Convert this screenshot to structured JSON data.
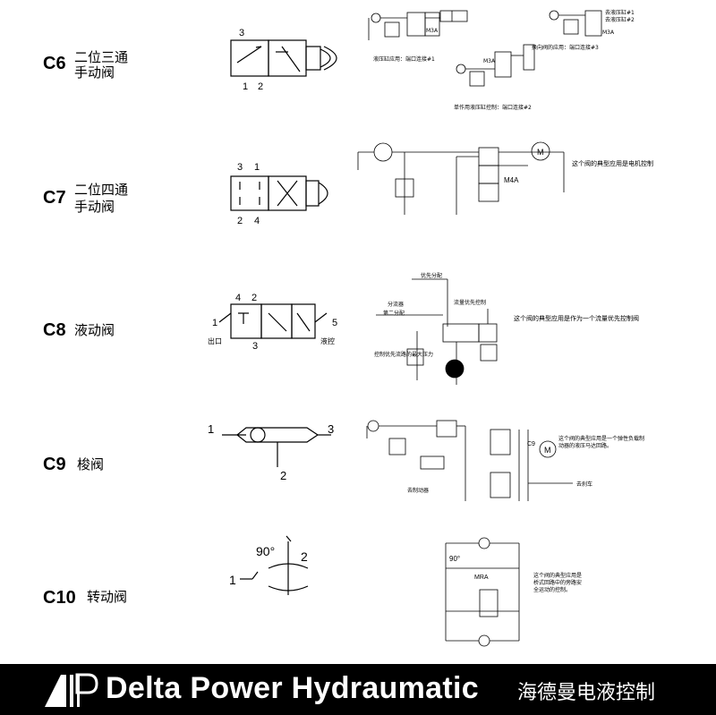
{
  "rows": {
    "c6": {
      "code": "C6",
      "name_line1": "二位三通",
      "name_line2": "手动阀",
      "port_top": "3",
      "port_b1": "1",
      "port_b2": "2",
      "note1": "液压缸应用：端口连接#1",
      "note2": "换向阀的应用：端口连接#3",
      "note3": "单作用液压缸控制：端口连接#2",
      "tag1": "M3A",
      "tag2": "M3A",
      "tag3": "M3A",
      "side1": "去液压缸#1",
      "side2": "去液压缸#2"
    },
    "c7": {
      "code": "C7",
      "name_line1": "二位四通",
      "name_line2": "手动阀",
      "port_t1": "3",
      "port_t2": "1",
      "port_b1": "2",
      "port_b2": "4",
      "tag": "M4A",
      "motor": "M",
      "note": "这个阀的典型应用是电机控制"
    },
    "c8": {
      "code": "C8",
      "name": "液动阀",
      "port_t1": "4",
      "port_t2": "2",
      "port_l": "1",
      "port_r": "5",
      "port_b": "3",
      "label_out": "出口",
      "label_ctrl": "液控",
      "note": "这个阀的典型应用是作为一个流量优先控制阀",
      "t1": "优先分配",
      "t2": "流量优先控制",
      "t3": "第二分配",
      "t4": "控制优先流路的最大压力",
      "t5": "分流器"
    },
    "c9": {
      "code": "C9",
      "name": "梭阀",
      "port_l": "1",
      "port_r": "3",
      "port_b": "2",
      "note_l1": "这个阀的典型应用是一个弹性负载制",
      "note_l2": "动器的液压马达回路。",
      "tag": "C9",
      "motor": "M",
      "t1": "去制动器",
      "t2": "去刹车"
    },
    "c10": {
      "code": "C10",
      "name": "转动阀",
      "port_l": "1",
      "port_r": "2",
      "angle": "90°",
      "angle2": "90°",
      "tag": "MRA",
      "note_l1": "这个阀的典型应用是",
      "note_l2": "桥式回路中的旁路安",
      "note_l3": "全运动的控制。"
    }
  },
  "footer": {
    "brand": "Delta Power Hydraumatic",
    "brand_cn": "海德曼电液控制"
  }
}
